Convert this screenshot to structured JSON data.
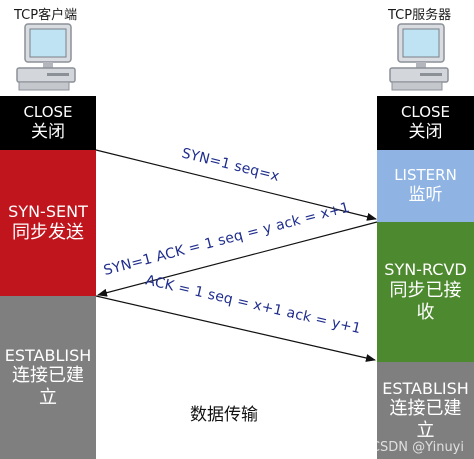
{
  "client": {
    "title": "TCP客户端",
    "states": [
      {
        "en": "CLOSE",
        "zh": "关闭",
        "color": "#000000"
      },
      {
        "en": "SYN-SENT",
        "zh": "同步发送",
        "color": "#c0151d"
      },
      {
        "en": "ESTABLISH",
        "zh": "连接已建立",
        "color": "#7f7f7f"
      }
    ]
  },
  "server": {
    "title": "TCP服务器",
    "states": [
      {
        "en": "CLOSE",
        "zh": "关闭",
        "color": "#000000"
      },
      {
        "en": "LISTERN",
        "zh": "监听",
        "color": "#8fb4e3"
      },
      {
        "en": "SYN-RCVD",
        "zh": "同步已接收",
        "color": "#4d8a2f"
      },
      {
        "en": "ESTABLISH",
        "zh": "连接已建立",
        "color": "#7f7f7f"
      }
    ]
  },
  "messages": [
    {
      "text": "SYN=1   seq=x",
      "direction": "client-to-server"
    },
    {
      "text": "SYN=1  ACK = 1  seq = y  ack = x+1",
      "direction": "server-to-client"
    },
    {
      "text": "ACK = 1  seq = x+1  ack = y+1",
      "direction": "client-to-server"
    }
  ],
  "data_transfer_label": "数据传输",
  "watermark": "CSDN @Yinuyi"
}
